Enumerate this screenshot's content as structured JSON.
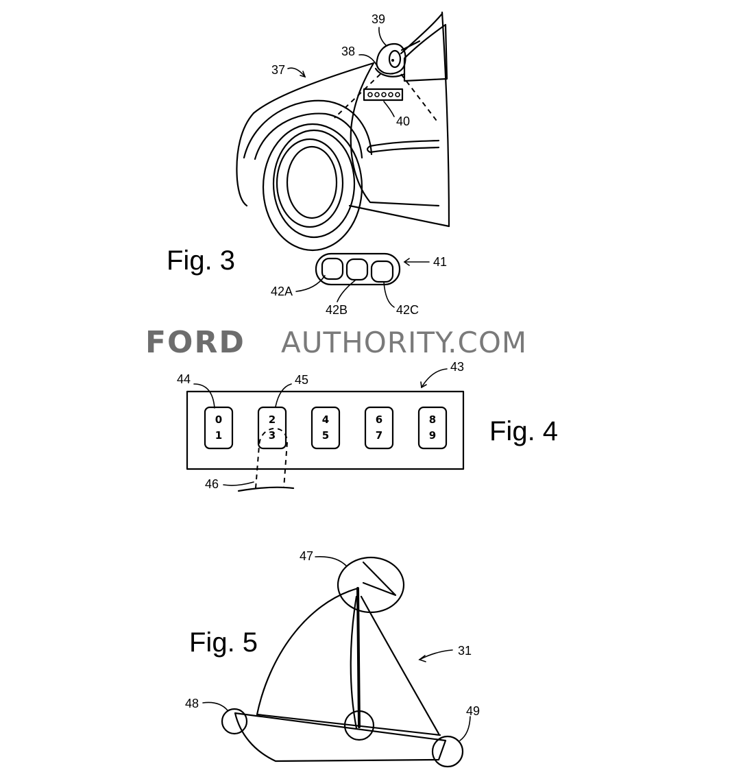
{
  "watermark": {
    "brand": "FORD",
    "site": "AUTHORITY.COM"
  },
  "fig3": {
    "title": "Fig. 3",
    "refs": {
      "vehicle": "37",
      "mirror_light": "38",
      "mirror": "39",
      "keypad": "40",
      "key_fob": "41",
      "button_a": "42A",
      "button_b": "42B",
      "button_c": "42C"
    }
  },
  "fig4": {
    "title": "Fig. 4",
    "refs": {
      "first_key": "44",
      "second_key": "45",
      "keypad": "43",
      "finger": "46"
    },
    "keys": [
      {
        "top": "0",
        "bottom": "1"
      },
      {
        "top": "2",
        "bottom": "3"
      },
      {
        "top": "4",
        "bottom": "5"
      },
      {
        "top": "6",
        "bottom": "7"
      },
      {
        "top": "8",
        "bottom": "9"
      }
    ]
  },
  "fig5": {
    "title": "Fig. 5",
    "refs": {
      "mast_top": "47",
      "bow_point": "48",
      "stern_point": "49",
      "image": "31"
    }
  }
}
